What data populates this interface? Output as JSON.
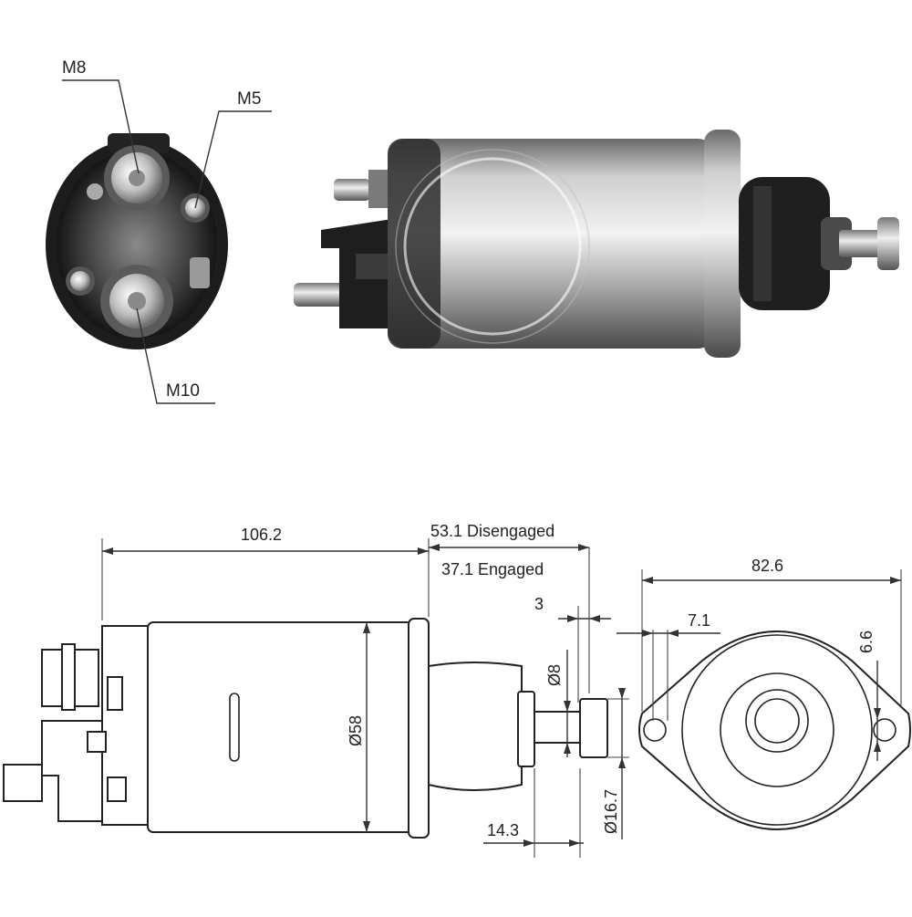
{
  "callouts": {
    "m8": "M8",
    "m5": "M5",
    "m10": "M10"
  },
  "dimensions": {
    "overall_length": "106.2",
    "disengaged": "53.1 Disengaged",
    "engaged": "37.1 Engaged",
    "gap": "3",
    "plunger_dia": "Ø8",
    "body_dia": "Ø58",
    "head_dia": "Ø16.7",
    "offset": "14.3",
    "flange_width": "82.6",
    "hole_offset": "7.1",
    "hole_dia": "6.6"
  },
  "colors": {
    "line": "#333333",
    "metal_light": "#d8d8d8",
    "metal_dark": "#555555",
    "housing_dark": "#2a2a2a"
  }
}
